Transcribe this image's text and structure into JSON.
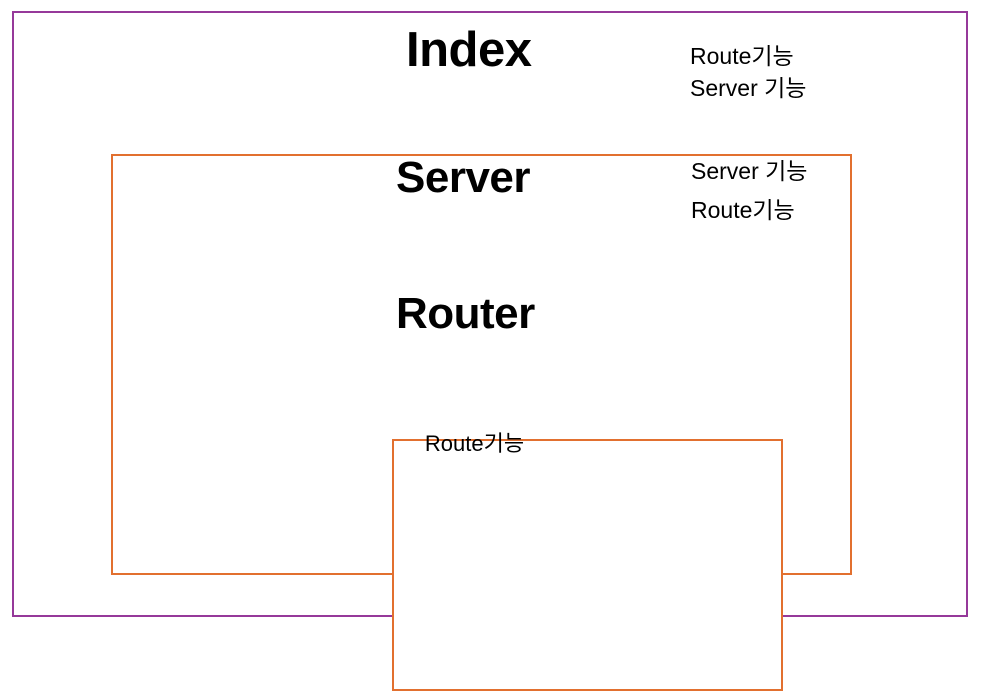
{
  "diagram": {
    "type": "nested-containment",
    "colors": {
      "outer_border": "#96399a",
      "inner_border": "#e2702f",
      "text": "#000000",
      "background": "#ffffff"
    },
    "layers": [
      {
        "id": "index",
        "title": "Index",
        "border_color": "#96399a",
        "labels": [
          "Route기능",
          "Server 기능"
        ]
      },
      {
        "id": "server",
        "title": "Server",
        "border_color": "#e2702f",
        "labels": [
          "Server 기능",
          "Route기능"
        ]
      },
      {
        "id": "router",
        "title": "Router",
        "border_color": "#e2702f",
        "labels": [
          "Route기능"
        ],
        "note": "Route기능"
      }
    ]
  }
}
